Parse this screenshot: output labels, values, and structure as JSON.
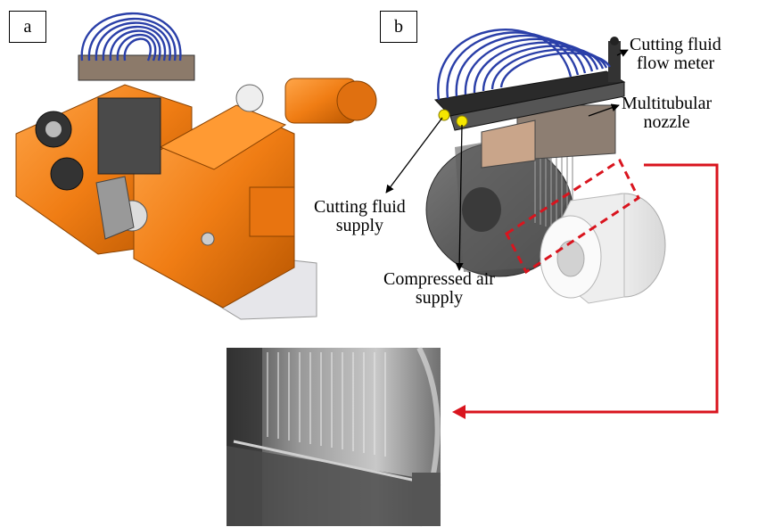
{
  "panels": {
    "a": "a",
    "b": "b"
  },
  "labels": {
    "flow_meter": [
      "Cutting fluid",
      "flow meter"
    ],
    "nozzle": [
      "Multitubular",
      "nozzle"
    ],
    "cutting_fluid_supply": [
      "Cutting fluid",
      "supply"
    ],
    "compressed_air_supply": [
      "Compressed air",
      "supply"
    ]
  },
  "colors": {
    "machine_orange": "#f07d14",
    "hose_blue": "#2a3fa8",
    "highlight_red": "#d9141e",
    "marker_yellow": "#f5e600",
    "wheel_grey": "#5a5a5a",
    "workpiece_white": "#f2f2f2"
  }
}
